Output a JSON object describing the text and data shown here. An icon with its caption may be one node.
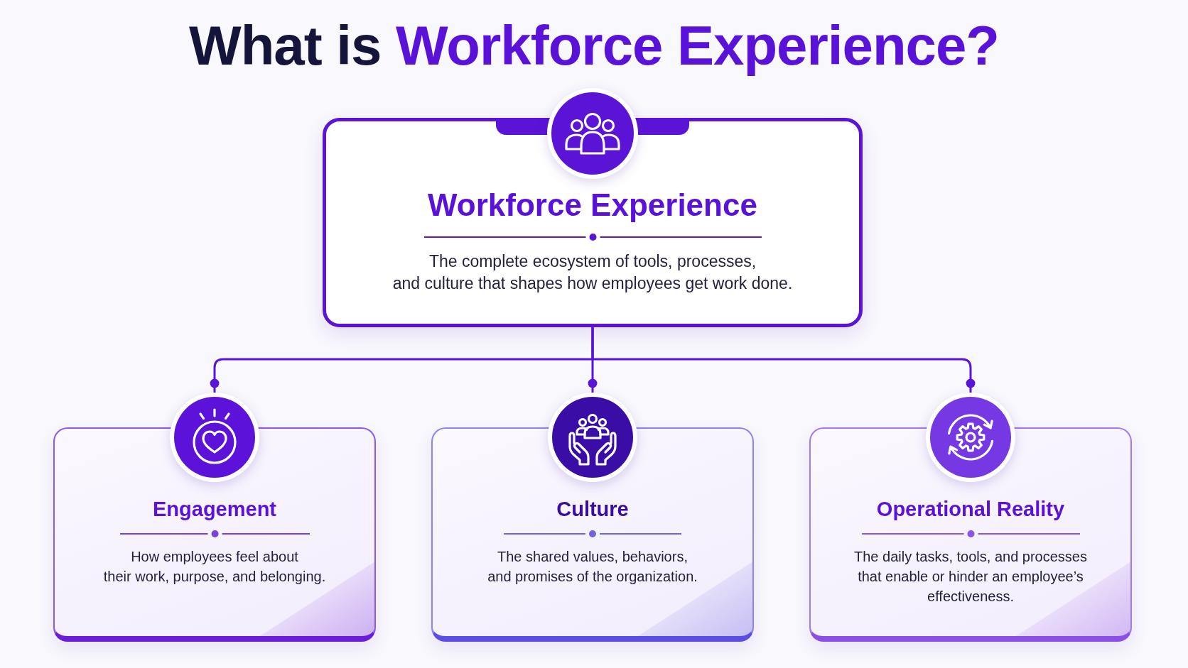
{
  "diagram": {
    "title": "What is **Workforce Experience?**",
    "nodes": [
      {
        "text": [
          "Workforce Experience",
          "The complete ecosystem of tools, processes, and culture that shapes how employees get work done."
        ]
      },
      {
        "text": [
          "Engagement",
          "How employees feel about their work, purpose, and belonging."
        ]
      },
      {
        "text": [
          "Culture",
          "The shared values, behaviors, and promises of the organization."
        ]
      },
      {
        "text": [
          "Operational Reality",
          "The daily tasks, tools, and processes that enable or hinder an employee’s effectiveness."
        ]
      }
    ],
    "edges": [
      {
        "from": 0,
        "to": 1,
        "arrow": "other"
      },
      {
        "from": 0,
        "to": 2,
        "arrow": "other"
      },
      {
        "from": 0,
        "to": 3,
        "arrow": "other"
      }
    ]
  }
}
